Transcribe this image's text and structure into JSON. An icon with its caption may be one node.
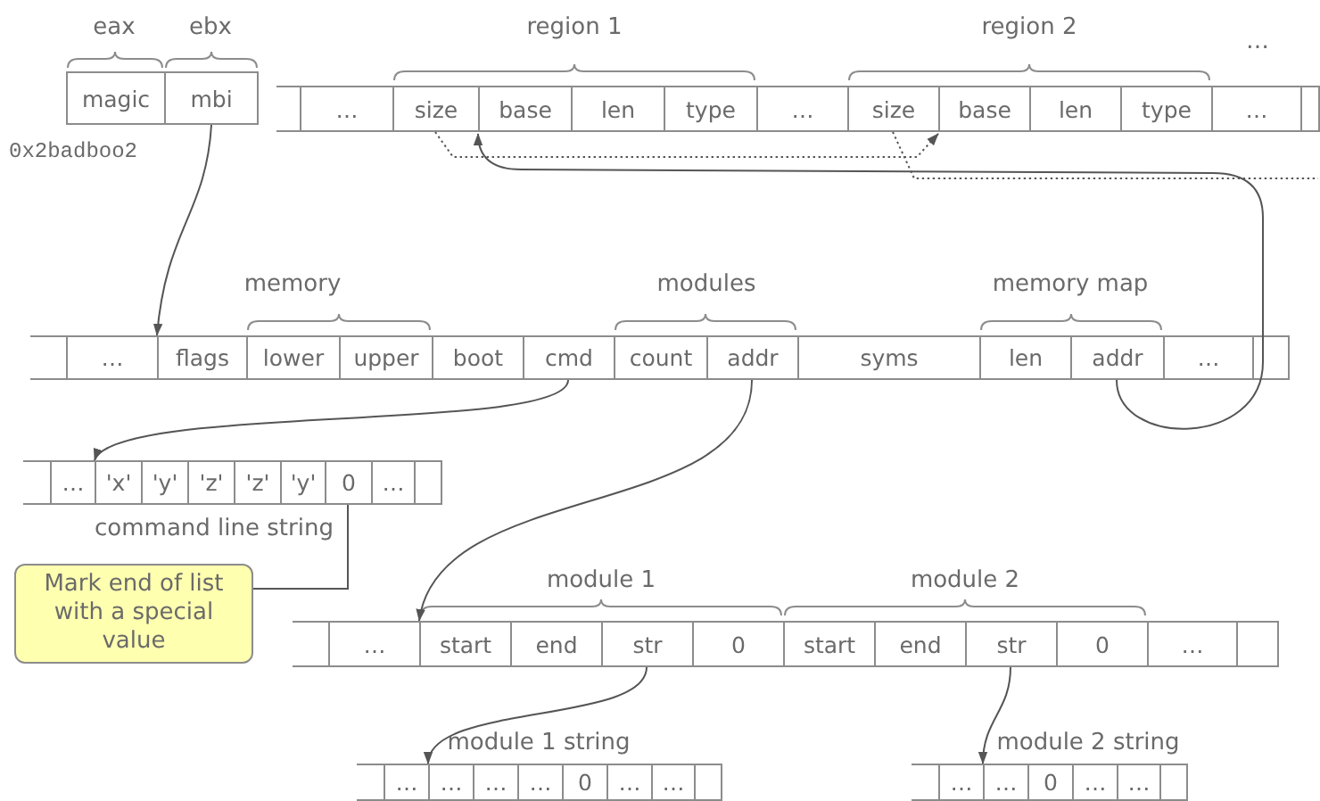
{
  "diagram": {
    "nodes": [
      {
        "text": [
          "magic"
        ]
      },
      {
        "text": [
          "mbi"
        ]
      },
      {
        "text": [
          "…"
        ]
      },
      {
        "text": [
          "size"
        ]
      },
      {
        "text": [
          "base"
        ]
      },
      {
        "text": [
          "len"
        ]
      },
      {
        "text": [
          "type"
        ]
      },
      {
        "text": [
          "…"
        ]
      },
      {
        "text": [
          "size"
        ]
      },
      {
        "text": [
          "base"
        ]
      },
      {
        "text": [
          "len"
        ]
      },
      {
        "text": [
          "type"
        ]
      },
      {
        "text": [
          "…"
        ]
      },
      {
        "text": [
          "Mark end of list with a special value"
        ]
      },
      {
        "text": [
          "…"
        ]
      },
      {
        "text": [
          "flags"
        ]
      },
      {
        "text": [
          "lower"
        ]
      },
      {
        "text": [
          "upper"
        ]
      },
      {
        "text": [
          "boot"
        ]
      },
      {
        "text": [
          "cmd"
        ]
      },
      {
        "text": [
          "count"
        ]
      },
      {
        "text": [
          "addr"
        ]
      },
      {
        "text": [
          "syms"
        ]
      },
      {
        "text": [
          "len"
        ]
      },
      {
        "text": [
          "addr"
        ]
      },
      {
        "text": [
          "…"
        ]
      },
      {
        "text": [
          "…"
        ]
      },
      {
        "text": [
          "'x'"
        ]
      },
      {
        "text": [
          "'y'"
        ]
      },
      {
        "text": [
          "'z'"
        ]
      },
      {
        "text": [
          "'z'"
        ]
      },
      {
        "text": [
          "'y'"
        ]
      },
      {
        "text": [
          "0"
        ]
      },
      {
        "text": [
          "…"
        ]
      },
      {
        "text": [
          "…"
        ]
      },
      {
        "text": [
          "start"
        ]
      },
      {
        "text": [
          "end"
        ]
      },
      {
        "text": [
          "str"
        ]
      },
      {
        "text": [
          "0"
        ]
      },
      {
        "text": [
          "start"
        ]
      },
      {
        "text": [
          "end"
        ]
      },
      {
        "text": [
          "str"
        ]
      },
      {
        "text": [
          "0"
        ]
      },
      {
        "text": [
          "…"
        ]
      },
      {
        "text": [
          "…"
        ]
      },
      {
        "text": [
          "…"
        ]
      },
      {
        "text": [
          "…"
        ]
      },
      {
        "text": [
          "…"
        ]
      },
      {
        "text": [
          "0"
        ]
      },
      {
        "text": [
          "…"
        ]
      },
      {
        "text": [
          "…"
        ]
      },
      {
        "text": [
          "…"
        ]
      },
      {
        "text": [
          "…"
        ]
      },
      {
        "text": [
          "0"
        ]
      },
      {
        "text": [
          "…"
        ]
      },
      {
        "text": [
          "…"
        ]
      }
    ],
    "edges": [
      {
        "from": 1,
        "to": 15,
        "arrow": "to"
      },
      {
        "from": 24,
        "to": 4,
        "arrow": "to"
      },
      {
        "from": 3,
        "to": 9,
        "arrow": "to",
        "style": "dashed"
      },
      {
        "from": 8,
        "to": null,
        "arrow": "none",
        "style": "dashed"
      },
      {
        "from": 19,
        "to": 27,
        "arrow": "to"
      },
      {
        "from": 21,
        "to": 35,
        "arrow": "to"
      },
      {
        "from": 37,
        "to": 45,
        "arrow": "to"
      },
      {
        "from": 41,
        "to": 52,
        "arrow": "to"
      },
      {
        "from": 13,
        "to": 32,
        "arrow": "none"
      }
    ],
    "labels": [
      "eax",
      "ebx",
      "region 1",
      "region 2",
      "…",
      "0x2badboo2",
      "memory",
      "modules",
      "memory map",
      "command line string",
      "module 1",
      "module 2",
      "module 1 string",
      "module 2 string"
    ]
  }
}
